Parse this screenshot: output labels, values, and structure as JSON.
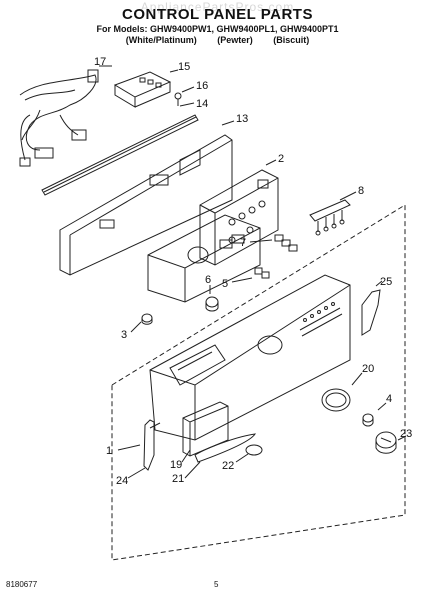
{
  "watermark": "AppliancePartsPros.com",
  "title": "CONTROL PANEL PARTS",
  "models_line": "For Models: GHW9400PW1, GHW9400PL1, GHW9400PT1",
  "variants": [
    "(White/Platinum)",
    "(Pewter)",
    "(Biscuit)"
  ],
  "callouts": {
    "c17": "17",
    "c15": "15",
    "c16": "16",
    "c14": "14",
    "c13": "13",
    "c2": "2",
    "c8": "8",
    "c7": "7",
    "c6": "6",
    "c5": "5",
    "c25": "25",
    "c3": "3",
    "c20": "20",
    "c4": "4",
    "c1": "1",
    "c23": "23",
    "c19": "19",
    "c22": "22",
    "c21": "21",
    "c24": "24"
  },
  "footer": {
    "doc_number": "8180677",
    "page_number": "5"
  }
}
